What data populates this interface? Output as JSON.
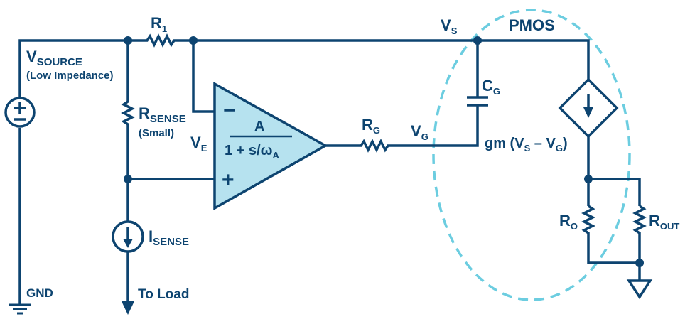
{
  "diagram": {
    "colors": {
      "line": "#0d4470",
      "opamp_fill": "#b6e2ef",
      "pmos_outline": "#6ccde0",
      "background": "#ffffff"
    },
    "labels": {
      "r1": {
        "main": "R",
        "sub": "1"
      },
      "vsource": {
        "main": "V",
        "sub": "SOURCE",
        "note": "(Low Impedance)"
      },
      "rsense": {
        "main": "R",
        "sub": "SENSE",
        "note": "(Small)"
      },
      "ve": {
        "main": "V",
        "sub": "E"
      },
      "opamp_num": "A",
      "opamp_den": {
        "main": "1 + s/ω",
        "sub": "A"
      },
      "opamp_minus": "−",
      "opamp_plus": "+",
      "rg": {
        "main": "R",
        "sub": "G"
      },
      "vg": {
        "main": "V",
        "sub": "G"
      },
      "vs": {
        "main": "V",
        "sub": "S"
      },
      "pmos": "PMOS",
      "cg": {
        "main": "C",
        "sub": "G"
      },
      "gm": {
        "pre": "gm (V",
        "sub1": "S",
        "mid": " – V",
        "sub2": "G",
        "post": ")"
      },
      "ro": {
        "main": "R",
        "sub": "O"
      },
      "rout": {
        "main": "R",
        "sub": "OUT"
      },
      "isense": {
        "main": "I",
        "sub": "SENSE"
      },
      "gnd": "GND",
      "to_load": "To Load",
      "source_symbol": "±"
    }
  }
}
